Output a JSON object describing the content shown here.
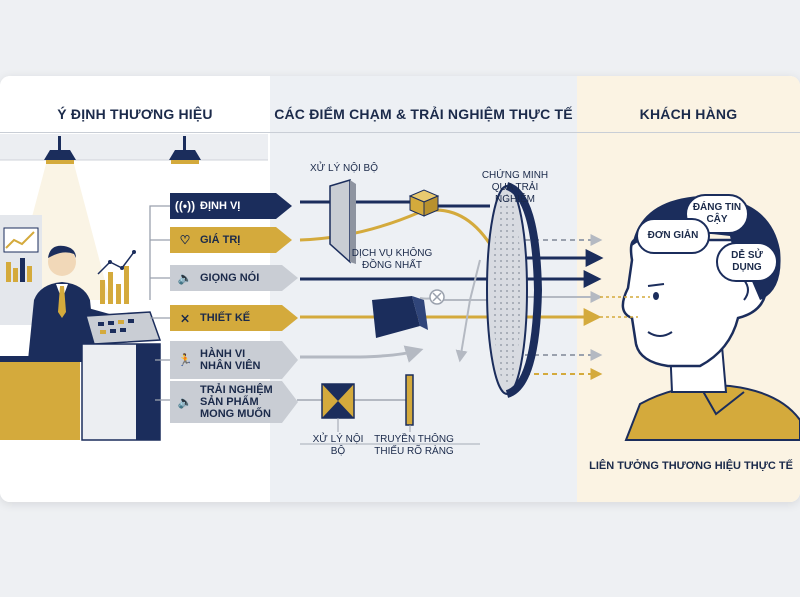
{
  "columns": {
    "left_title": "Ý ĐỊNH THƯƠNG HIỆU",
    "mid_title": "CÁC ĐIỂM CHẠM & TRẢI NGHIỆM THỰC TẾ",
    "right_title": "KHÁCH HÀNG"
  },
  "brand_badges": [
    {
      "label": "ĐỊNH VỊ",
      "icon": "broadcast-icon",
      "style": "navy"
    },
    {
      "label": "GIÁ TRỊ",
      "icon": "heart-icon",
      "style": "gold"
    },
    {
      "label": "GIỌNG NÓI",
      "icon": "speaker-icon",
      "style": "gray"
    },
    {
      "label": "THIẾT KẾ",
      "icon": "design-icon",
      "style": "gold"
    },
    {
      "label": "HÀNH VI NHÂN VIÊN",
      "icon": "running-person-icon",
      "style": "gray"
    },
    {
      "label": "TRẢI NGHIỆM SẢN PHẨM MONG MUỐN",
      "icon": "speaker-icon",
      "style": "gray"
    }
  ],
  "mid_labels": {
    "internal_processing_top": "XỬ LÝ NỘI BỘ",
    "inconsistent_service": "DỊCH VỤ KHÔNG ĐỒNG NHẤT",
    "proof_by_experience": "CHỨNG MINH QUA TRẢI NGHIỆM",
    "internal_processing_bottom": "XỬ LÝ NỘI BỘ",
    "unclear_communication": "TRUYỀN THÔNG THIẾU RÕ RÀNG"
  },
  "thought_clouds": {
    "trust": "ĐÁNG TIN CẬY",
    "simple": "ĐƠN GIẢN",
    "easy_to_use": "DỄ SỬ DỤNG"
  },
  "bottom_right": "LIÊN TƯỞNG THƯƠNG HIỆU THỰC TẾ",
  "colors": {
    "navy": "#1b2d5c",
    "gold": "#d4aa3c",
    "gray": "#c9cdd4",
    "mid_bg": "#edf0f4",
    "right_bg": "#fbf3e3"
  }
}
